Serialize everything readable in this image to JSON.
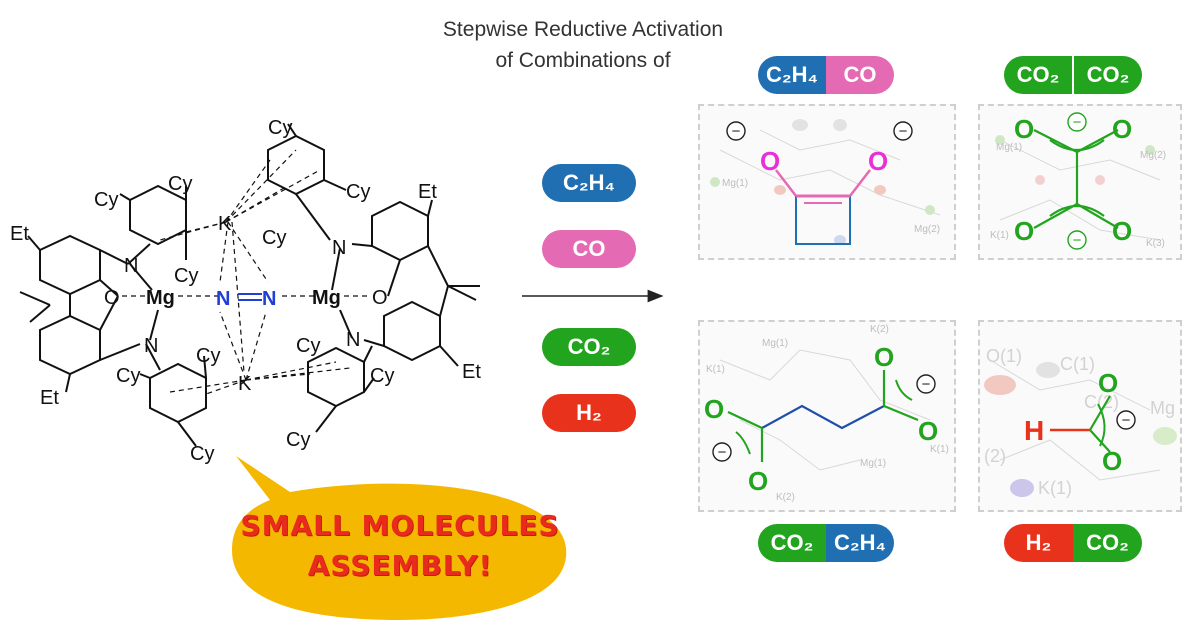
{
  "title": {
    "line1": "Stepwise Reductive Activation",
    "line2": "of Combinations of"
  },
  "complex_labels": {
    "cy": "Cy",
    "et": "Et",
    "mg": "Mg",
    "n": "N",
    "o": "O",
    "k": "K"
  },
  "reagents": [
    {
      "label": "C₂H₄",
      "color": "#1f6fb2"
    },
    {
      "label": "CO",
      "color": "#e46ab4"
    },
    {
      "label": "CO₂",
      "color": "#22a41f"
    },
    {
      "label": "H₂",
      "color": "#e8321b"
    }
  ],
  "combinations": [
    {
      "left": "C₂H₄",
      "right": "CO",
      "left_color": "#1f6fb2",
      "right_color": "#e46ab4"
    },
    {
      "left": "CO₂",
      "right": "CO₂",
      "left_color": "#22a41f",
      "right_color": "#22a41f"
    },
    {
      "left": "CO₂",
      "right": "C₂H₄",
      "left_color": "#22a41f",
      "right_color": "#1f6fb2"
    },
    {
      "left": "H₂",
      "right": "CO₂",
      "left_color": "#e8321b",
      "right_color": "#22a41f"
    }
  ],
  "product_labels": {
    "o": "O",
    "h": "H",
    "minus": "−"
  },
  "crystal_labels": {
    "mg1": "Mg(1)",
    "mg2": "Mg(2)",
    "k1": "K(1)",
    "k2": "K(2)",
    "k3": "K(3)",
    "o1": "O(1)",
    "c1": "C(1)",
    "c2": "C(2)",
    "two": "(2)",
    "mg": "Mg"
  },
  "bubble": {
    "line1": "SMALL MOLECULES",
    "line2": "ASSEMBLY!"
  },
  "colors": {
    "blue": "#1f6fb2",
    "pink": "#e46ab4",
    "green": "#22a41f",
    "red": "#e8321b",
    "n2_blue": "#1f3fd6",
    "bubble_yellow": "#f5b800",
    "bubble_text": "#e82b1c"
  }
}
